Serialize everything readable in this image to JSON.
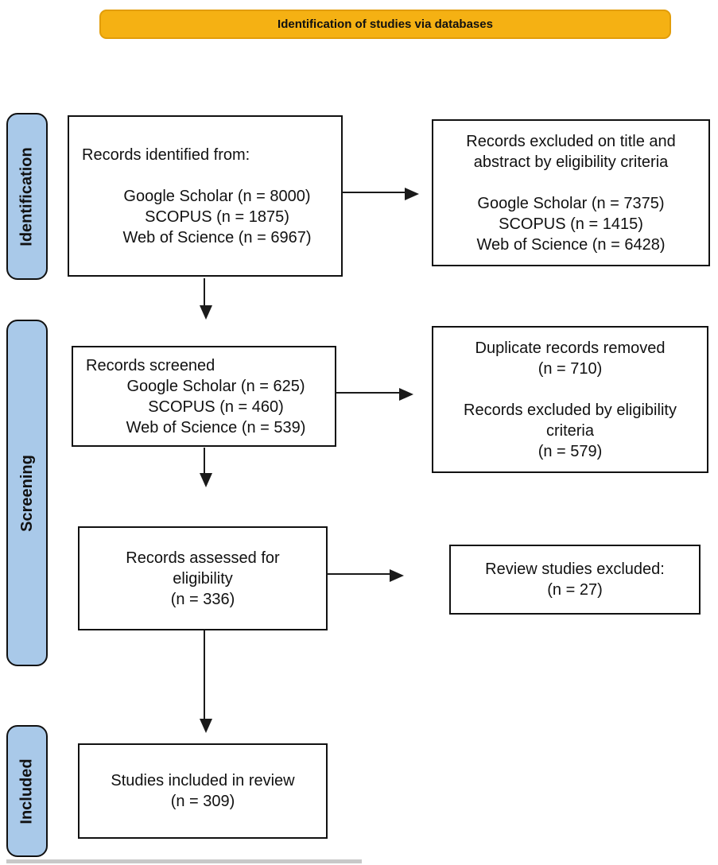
{
  "banner": {
    "title": "Identification of studies via databases"
  },
  "colors": {
    "banner_fill": "#F5B113",
    "banner_border": "#E29D09",
    "stage_fill": "#A9C9E9",
    "arrow": "#1a1a1a"
  },
  "stages": [
    {
      "label": "Identification"
    },
    {
      "label": "Screening"
    },
    {
      "label": "Included"
    }
  ],
  "boxes": {
    "identified": {
      "heading": "Records identified from:",
      "lines": [
        "",
        "Google Scholar (n = 8000)",
        "SCOPUS (n = 1875)",
        "Web of Science (n = 6967)"
      ]
    },
    "excluded_title_abstract": {
      "lines": [
        "Records excluded on title and",
        "abstract by eligibility criteria",
        "",
        "Google Scholar (n = 7375)",
        "SCOPUS (n = 1415)",
        "Web of Science (n = 6428)"
      ]
    },
    "screened": {
      "heading": "Records screened",
      "lines": [
        "Google Scholar (n = 625)",
        "SCOPUS (n = 460)",
        "Web of Science (n = 539)"
      ]
    },
    "duplicates_removed": {
      "lines": [
        "Duplicate records removed",
        "(n = 710)",
        "",
        "Records excluded by eligibility",
        "criteria",
        "(n = 579)"
      ]
    },
    "assessed": {
      "lines": [
        "Records assessed for",
        "eligibility",
        "(n = 336)"
      ]
    },
    "review_excluded": {
      "lines": [
        "Review studies excluded:",
        "(n = 27)"
      ]
    },
    "included": {
      "lines": [
        "Studies included in review",
        "(n = 309)"
      ]
    }
  }
}
